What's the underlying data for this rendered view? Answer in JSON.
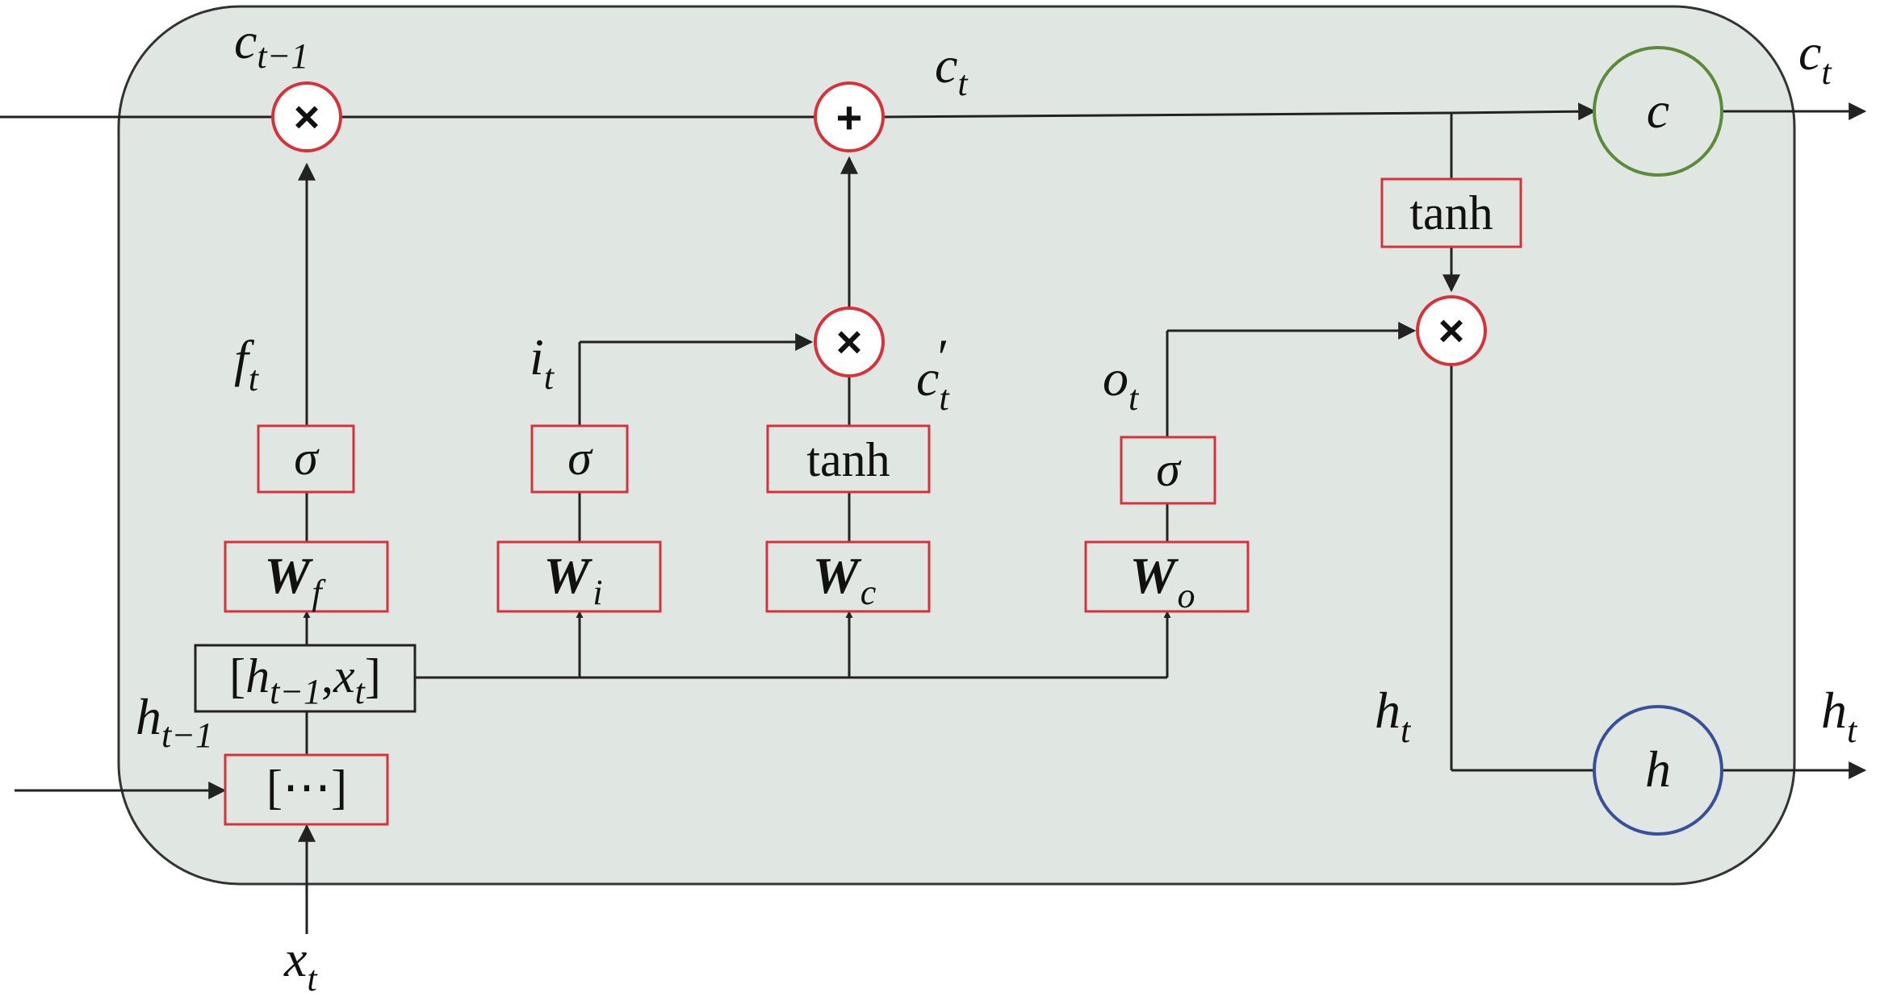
{
  "colors": {
    "cell_fill": "#e0e6e1",
    "cell_border": "#333333",
    "gate_border": "#d6323a",
    "cell_state_circle": "#5a8a3a",
    "hidden_state_circle": "#3a4f9a",
    "line": "#222222"
  },
  "operators": {
    "multiply": "×",
    "add": "+"
  },
  "labels": {
    "c_prev": {
      "base": "c",
      "sub": "t−1"
    },
    "c_t_top": {
      "base": "c",
      "sub": "t"
    },
    "c_t_out": {
      "base": "c",
      "sub": "t"
    },
    "f_t": {
      "base": "f",
      "sub": "t"
    },
    "i_t": {
      "base": "i",
      "sub": "t"
    },
    "c_t_prime": {
      "base": "c",
      "sub": "t",
      "sup": "′"
    },
    "o_t": {
      "base": "o",
      "sub": "t"
    },
    "h_prev": {
      "base": "h",
      "sub": "t−1"
    },
    "x_t": {
      "base": "x",
      "sub": "t"
    },
    "h_t_inner": {
      "base": "h",
      "sub": "t"
    },
    "h_t_out": {
      "base": "h",
      "sub": "t"
    }
  },
  "boxes": {
    "sigma_f": "σ",
    "sigma_i": "σ",
    "tanh_c": "tanh",
    "sigma_o": "σ",
    "tanh_out": "tanh",
    "concat_input": "[⋯]",
    "concat_state": {
      "open": "[",
      "h": "h",
      "h_sub": "t−1",
      "comma": ",",
      "x": "x",
      "x_sub": "t",
      "close": "]"
    },
    "w_f": {
      "base": "W",
      "sub": "f"
    },
    "w_i": {
      "base": "W",
      "sub": "i"
    },
    "w_c": {
      "base": "W",
      "sub": "c"
    },
    "w_o": {
      "base": "W",
      "sub": "o"
    }
  },
  "state_nodes": {
    "cell": "c",
    "hidden": "h"
  }
}
